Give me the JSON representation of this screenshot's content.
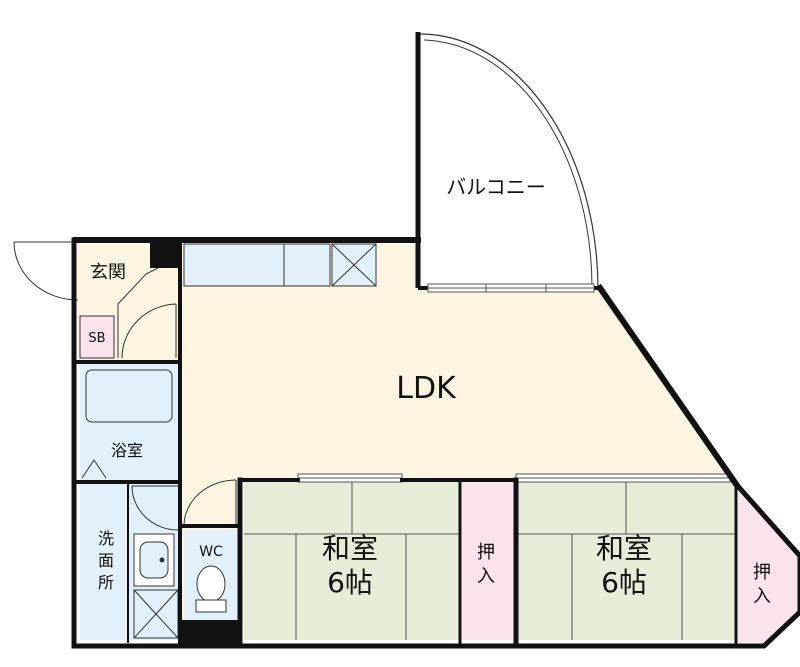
{
  "rooms": {
    "balcony": "バルコニー",
    "ldk": "LDK",
    "entrance": "玄関",
    "shoe_box": "SB",
    "bathroom": "浴室",
    "washroom_lines": [
      "洗",
      "面",
      "所"
    ],
    "toilet": "WC",
    "washitsu_1": {
      "name": "和室",
      "size": "6帖"
    },
    "washitsu_2": {
      "name": "和室",
      "size": "6帖"
    },
    "closet_1_lines": [
      "押",
      "入"
    ],
    "closet_2_lines": [
      "押",
      "入"
    ]
  },
  "colors": {
    "ldk_floor": "#fdf5e1",
    "tatami": "#e5ecd7",
    "closet": "#fae3ec",
    "wet_area": "#e1f0fa",
    "entrance_floor": "#fdf5e1",
    "wall": "#111111"
  }
}
